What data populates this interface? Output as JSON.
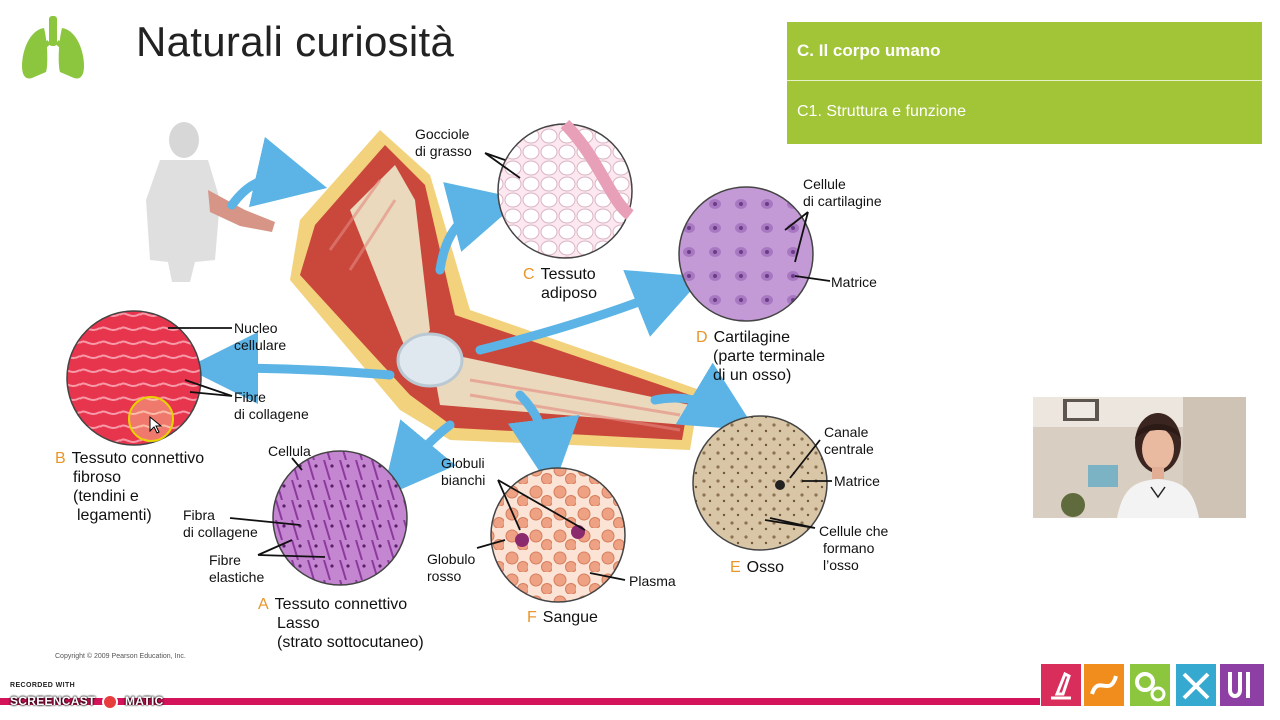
{
  "slide": {
    "title": "Naturali curiosità",
    "section_heading": "C. Il corpo umano",
    "section_subheading": "C1. Struttura e funzione",
    "copyright": "Copyright © 2009 Pearson Education, Inc."
  },
  "figure": {
    "labels": {
      "gocciole_grasso": [
        "Gocciole",
        "di grasso"
      ],
      "cellule_cartilagine": [
        "Cellule",
        "di cartilagine"
      ],
      "matrice_d": "Matrice",
      "nucleo_cellulare": [
        "Nucleo",
        "cellulare"
      ],
      "fibre_collagene_b": [
        "Fibre",
        "di collagene"
      ],
      "cellula": "Cellula",
      "globuli_bianchi": [
        "Globuli",
        "bianchi"
      ],
      "canale_centrale": [
        "Canale",
        "centrale"
      ],
      "matrice_e": "Matrice",
      "fibra_collagene_a": [
        "Fibra",
        "di collagene"
      ],
      "fibre_elastiche": [
        "Fibre",
        "elastiche"
      ],
      "globulo_rosso": [
        "Globulo",
        "rosso"
      ],
      "plasma": "Plasma",
      "cellule_osso": [
        "Cellule che",
        "formano",
        "l’osso"
      ]
    },
    "captions": {
      "C": {
        "letter": "C",
        "text": "Tessuto",
        "text2": "adiposo"
      },
      "D": {
        "letter": "D",
        "text": "Cartilagine",
        "text2": "(parte terminale",
        "text3": "di un osso)"
      },
      "B": {
        "letter": "B",
        "text": "Tessuto connettivo",
        "text2": "fibroso",
        "text3": "(tendini e",
        "text4": "legamenti)"
      },
      "A": {
        "letter": "A",
        "text": "Tessuto connettivo",
        "text2": "Lasso",
        "text3": "(strato sottocutaneo)"
      },
      "F": {
        "letter": "F",
        "text": "Sangue"
      },
      "E": {
        "letter": "E",
        "text": "Osso"
      }
    }
  },
  "watermark": {
    "line1": "RECORDED WITH",
    "line2": "SCREENCAST",
    "line3": "MATIC"
  },
  "colors": {
    "accent_green": "#a2c437",
    "bar_magenta": "#d4145a",
    "letter_orange": "#e8962a",
    "arrow_blue": "#5bb4e5"
  },
  "icons": [
    "lungs-icon",
    "play-icon",
    "microscope-icon",
    "gears-icon",
    "tools-icon"
  ]
}
